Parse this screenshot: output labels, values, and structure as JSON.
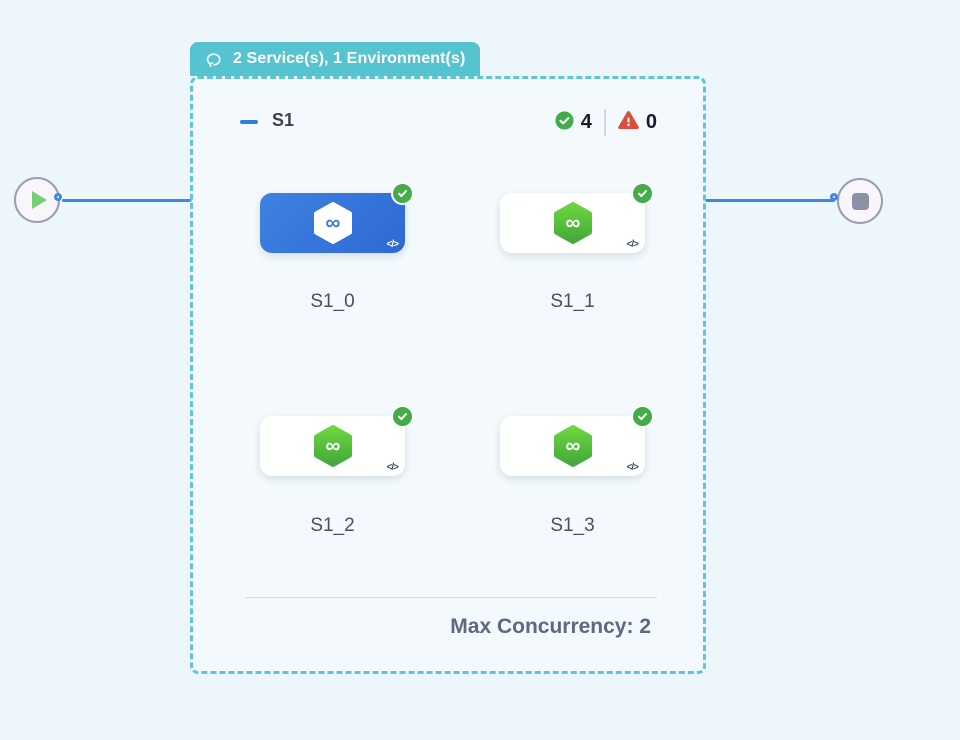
{
  "header_badge": {
    "icon": "loop-icon",
    "label": "2 Service(s), 1 Environment(s)",
    "bg_color": "#55c4d0"
  },
  "stage": {
    "name": "S1",
    "stats": {
      "success_count": "4",
      "failed_count": "0",
      "success_color": "#43ab48",
      "failed_color": "#da4f3e"
    },
    "services": [
      {
        "label": "S1_0",
        "selected": true,
        "status": "success"
      },
      {
        "label": "S1_1",
        "selected": false,
        "status": "success"
      },
      {
        "label": "S1_2",
        "selected": false,
        "status": "success"
      },
      {
        "label": "S1_3",
        "selected": false,
        "status": "success"
      }
    ],
    "footer": {
      "max_concurrency": "Max Concurrency: 2"
    },
    "border_color": "#5fc6d4"
  },
  "flow": {
    "start_node_icon": "play-icon",
    "end_node_icon": "stop-icon",
    "edge_color": "#3f87e8"
  },
  "icons": {
    "code_glyph": "</>",
    "infinity_glyph": "∞"
  },
  "colors": {
    "canvas_bg": "#edf6fa",
    "selected_card_blue": "#2f6cd6",
    "hexagon_green_top": "#6ed63f",
    "hexagon_green_bottom": "#41a83b"
  }
}
